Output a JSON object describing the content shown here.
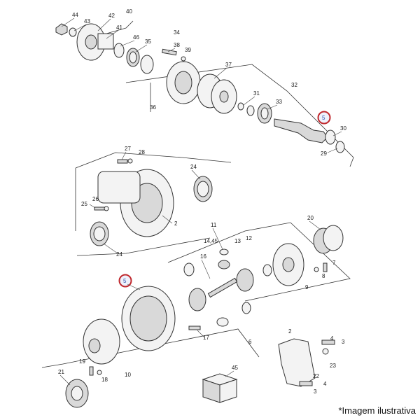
{
  "caption": "*Imagem ilustrativa",
  "highlight_color": "#c0282d",
  "labels": {
    "l44": "44",
    "l40": "40",
    "l42": "42",
    "l43": "43",
    "l41": "41",
    "l34": "34",
    "l46": "46",
    "l35": "35",
    "l38": "38",
    "l39": "39",
    "l37": "37",
    "l32": "32",
    "l31": "31",
    "l36": "36",
    "l33": "33",
    "l5a": "5",
    "l30": "30",
    "l29": "29",
    "l27": "27",
    "l28": "28",
    "l24a": "24",
    "l25": "25",
    "l26": "26",
    "l2a": "2",
    "l24b": "24",
    "l20": "20",
    "l11": "11",
    "l1445": "14,45",
    "l13": "13",
    "l12": "12",
    "l16": "16",
    "l7": "7",
    "l8": "8",
    "l9": "9",
    "l5b": "5",
    "l17": "17",
    "l6": "6",
    "l2b": "2",
    "l4a": "4",
    "l3a": "3",
    "l23": "23",
    "l22": "22",
    "l4b": "4",
    "l3b": "3",
    "l19": "19",
    "l18": "18",
    "l21": "21",
    "l10": "10",
    "l45": "45"
  }
}
